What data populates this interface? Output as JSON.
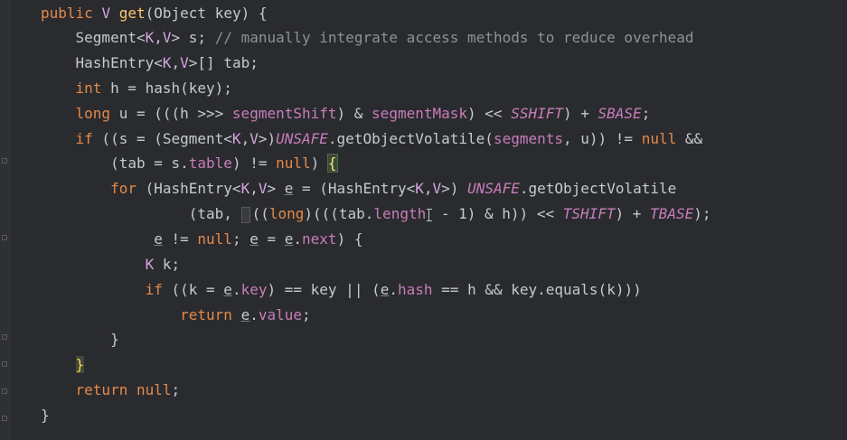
{
  "editor": {
    "code_lines": [
      "public V get(Object key) {",
      "    Segment<K,V> s; // manually integrate access methods to reduce overhead",
      "    HashEntry<K,V>[] tab;",
      "    int h = hash(key);",
      "    long u = (((h >>> segmentShift) & segmentMask) << SSHIFT) + SBASE;",
      "    if ((s = (Segment<K,V>)UNSAFE.getObjectVolatile(segments, u)) != null &&",
      "        (tab = s.table) != null) {",
      "        for (HashEntry<K,V> e = (HashEntry<K,V>) UNSAFE.getObjectVolatile",
      "                 (tab, ((long)(((tab.length - 1) & h)) << TSHIFT) + TBASE);",
      "             e != null; e = e.next) {",
      "            K k;",
      "            if ((k = e.key) == key || (e.hash == h && key.equals(k)))",
      "                return e.value;",
      "        }",
      "    }",
      "    return null;",
      "}"
    ]
  }
}
